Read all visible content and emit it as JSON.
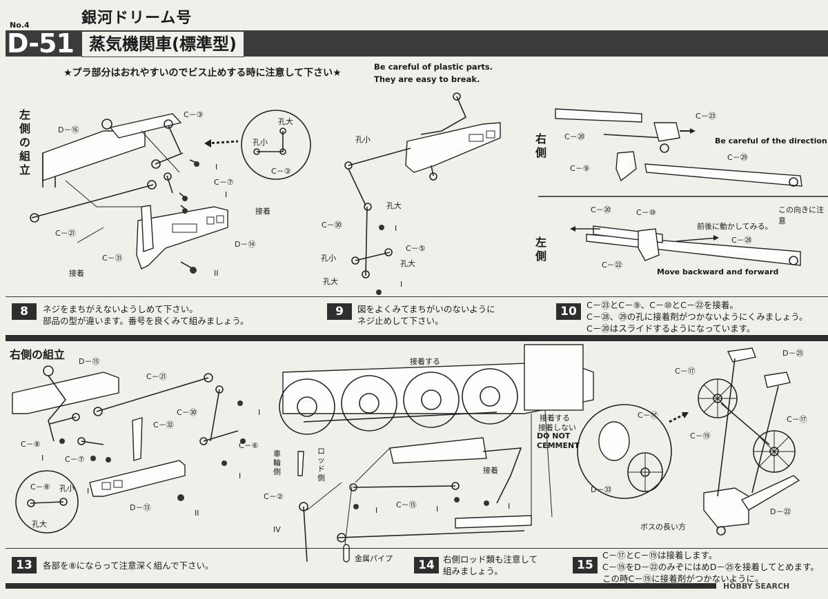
{
  "header": {
    "page_no": "No.4",
    "series": "銀河ドリーム号",
    "model": "D-51",
    "title": "蒸気機関車(標準型)"
  },
  "warning": {
    "jp": "★プラ部分はおれやすいのでビス止めする時に注意して下さい★",
    "en_line1": "Be careful of plastic parts.",
    "en_line2": "They are easy to break."
  },
  "step8": {
    "number": "8",
    "side_label": "左側の組立",
    "text_line1": "ネジをまちがえないようしめて下さい。",
    "text_line2": "部品の型が違います。番号を良くみて組みましょう。",
    "labels": {
      "d16": "D－⑯",
      "c3": "C－③",
      "c7": "C－⑦",
      "c21": "C－㉑",
      "c31": "C－㉛",
      "d14": "D－⑭",
      "screw1a": "I",
      "screw1b": "I",
      "screw2": "II",
      "glue1": "接着",
      "glue2": "接着"
    },
    "detail": {
      "big": "孔大",
      "small": "孔小",
      "part": "C－③"
    }
  },
  "step9": {
    "number": "9",
    "text_line1": "図をよくみてまちがいのないように",
    "text_line2": "ネジ止めして下さい。",
    "labels": {
      "small1": "孔小",
      "big1": "孔大",
      "c30": "C－㉚",
      "c5": "C－⑤",
      "small2": "孔小",
      "big2": "孔大",
      "big3": "孔大",
      "screw_a": "I",
      "screw_b": "I"
    }
  },
  "step10": {
    "number": "10",
    "right_label": "右側",
    "left_label": "左側",
    "text_line1": "C－㉓とC－⑨、C－⑩とC－㉒を接着。",
    "text_line2": "C－㉘、㉙の孔に接着剤がつかないようにくみましょう。",
    "text_line3": "C－⑳はスライドするようになっています。",
    "labels": {
      "c20a": "C－⑳",
      "c23": "C－㉓",
      "c9": "C－⑨",
      "c29": "C－㉙",
      "direction": "Be careful of the direction",
      "caution": "この向きに注意",
      "c20b": "C－⑳",
      "c10": "C－⑩",
      "move_jp": "前後に動かしてみる。",
      "c28": "C－㉘",
      "c22": "C－㉒",
      "move_en": "Move backward and forward"
    }
  },
  "step13": {
    "number": "13",
    "title": "右側の組立",
    "text": "各部を⑧にならって注意深く組んで下さい。",
    "labels": {
      "d15": "D－⑮",
      "c21": "C－㉑",
      "c30": "C－㉚",
      "c32": "C－㉜",
      "c8": "C－⑧",
      "c7": "C－⑦",
      "c6": "C－⑥",
      "d13": "D－⑬",
      "s1": "I",
      "s2": "I",
      "s3": "I",
      "s4": "I",
      "s5": "II"
    },
    "detail": {
      "part": "C－⑧",
      "small": "孔小",
      "big": "孔大"
    }
  },
  "step14": {
    "number": "14",
    "text_line1": "右側ロッド類も注意して",
    "text_line2": "組みましょう。",
    "labels": {
      "glue_a": "接着する",
      "glue_b": "接着する",
      "no_glue": "接着しない",
      "no_cement1": "DO NOT",
      "no_cement2": "CEMMENT",
      "wheel_side": "車輪側",
      "rod_side": "ロッド側",
      "glue_c": "接着",
      "c2": "C－②",
      "c15": "C－⑮",
      "s1": "I",
      "s2": "I",
      "s3": "I",
      "s4": "IV",
      "pipe": "金属パイプ"
    }
  },
  "step15": {
    "number": "15",
    "text_line1": "C－⑰とC－⑲は接着します。",
    "text_line2": "C－⑲をD－㉒のみぞにはめD－㉕を接着してとめます。",
    "text_line3": "この時C－⑲に接着剤がつかないように。",
    "labels": {
      "d25": "D－㉕",
      "c17a": "C－⑰",
      "c17b": "C－⑰",
      "c19": "C－⑲",
      "c17c": "C－⑰",
      "d33": "D－㉝",
      "boss": "ボスの長い方",
      "d22": "D－㉒"
    }
  },
  "watermark": "HOBBY SEARCH"
}
